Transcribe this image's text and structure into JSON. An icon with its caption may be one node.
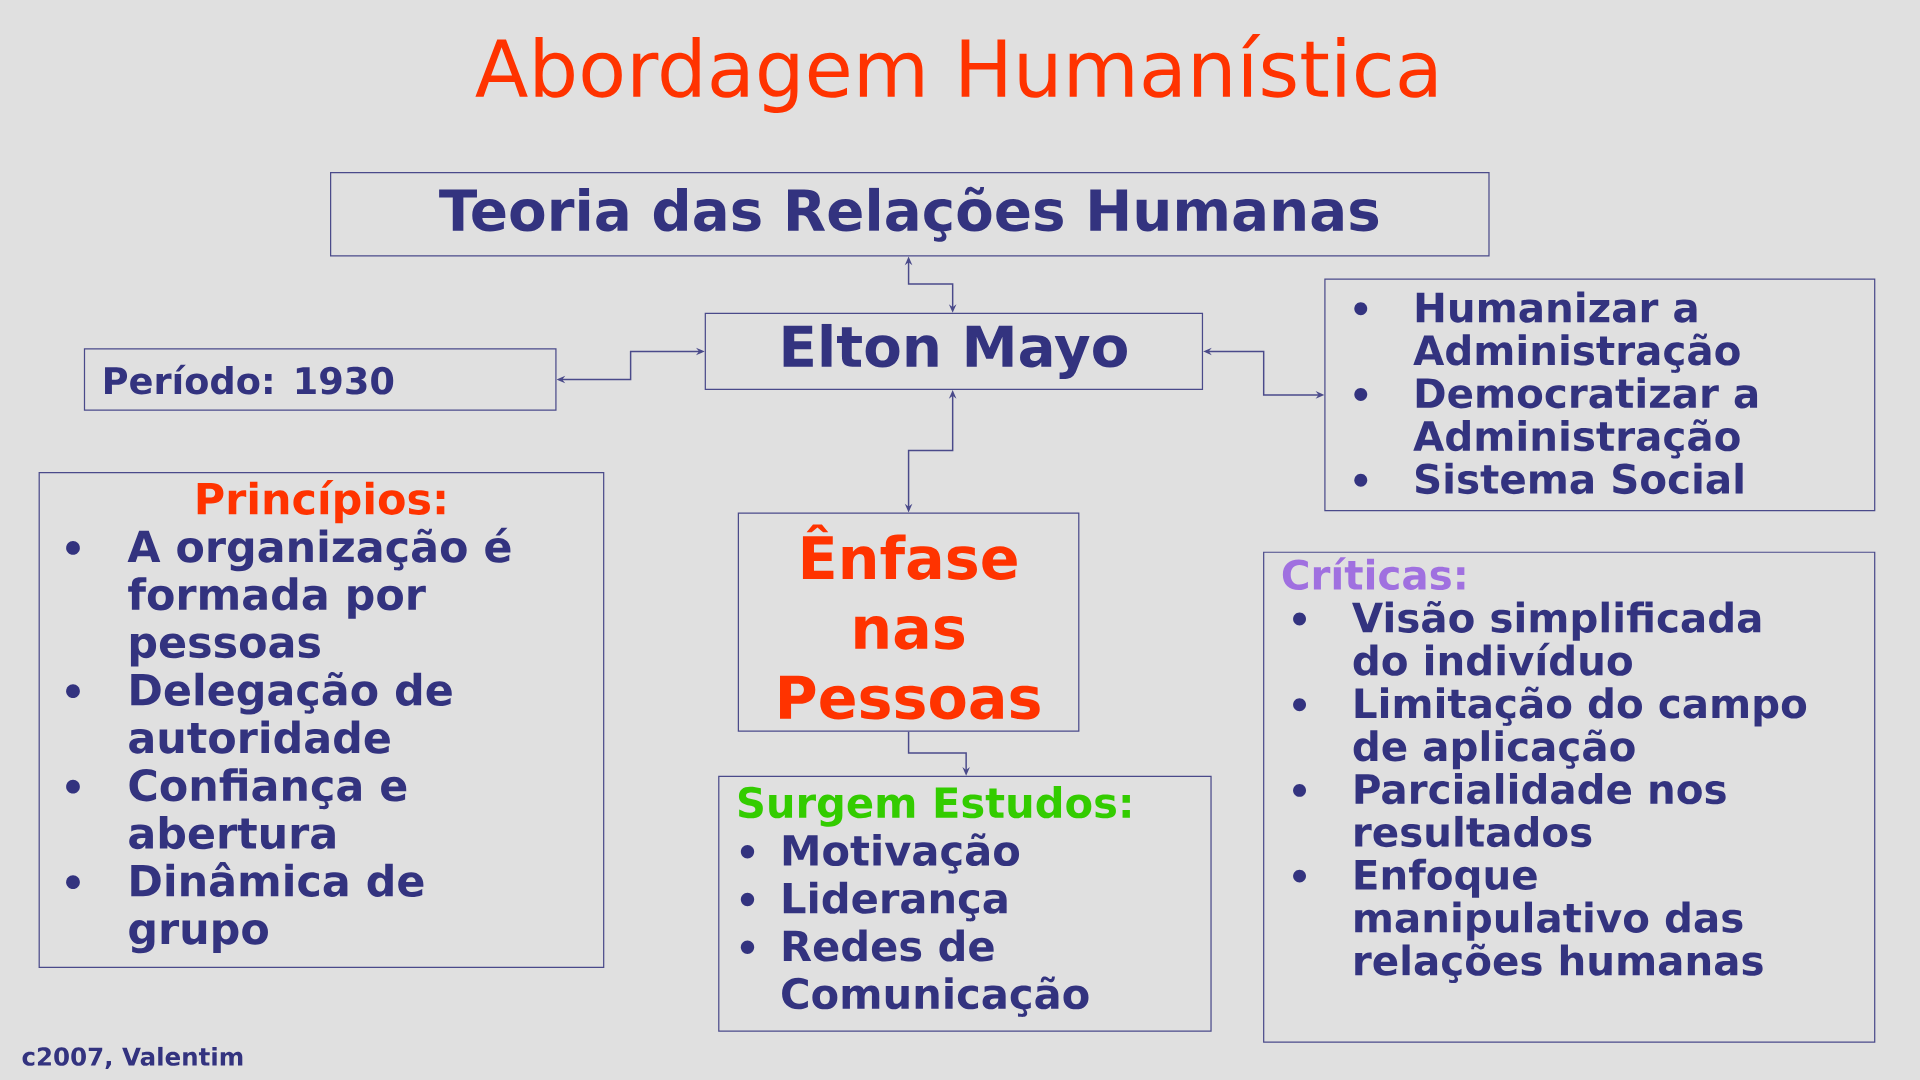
{
  "diagram": {
    "title": "Abordagem Humanística",
    "nodes": [
      {
        "text": [
          "Teoria das Relações Humanas"
        ]
      },
      {
        "text": [
          "Período: 1930"
        ]
      },
      {
        "text": [
          "Elton Mayo"
        ]
      },
      {
        "text": [
          "Humanizar a Administração",
          "Democratizar a Administração",
          "Sistema Social"
        ]
      },
      {
        "text": [
          "Princípios:",
          "A organização é formada por pessoas",
          "Delegação de autoridade",
          "Confiança e abertura",
          "Dinâmica de grupo"
        ]
      },
      {
        "text": [
          "Ênfase nas Pessoas"
        ]
      },
      {
        "text": [
          "Surgem Estudos:",
          "Motivação",
          "Liderança",
          "Redes de Comunicação"
        ]
      },
      {
        "text": [
          "Críticas:",
          "Visão simplificada do indivíduo",
          "Limitação do campo de aplicação",
          "Parcialidade nos resultados",
          "Enfoque manipulativo das relações humanas"
        ]
      }
    ],
    "edges": [
      {
        "from": 0,
        "to": 2,
        "arrow": "both"
      },
      {
        "from": 2,
        "to": 1,
        "arrow": "both"
      },
      {
        "from": 2,
        "to": 3,
        "arrow": "both"
      },
      {
        "from": 2,
        "to": 5,
        "arrow": "both"
      },
      {
        "from": 5,
        "to": 6,
        "arrow": "to"
      }
    ],
    "labels": [
      "c2007, Valentim"
    ]
  }
}
